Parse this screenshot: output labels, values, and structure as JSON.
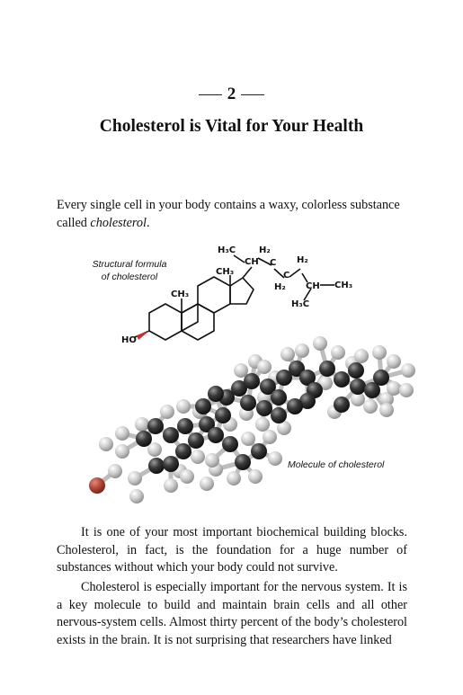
{
  "chapter": {
    "number": "2",
    "title": "Cholesterol is Vital for Your Health"
  },
  "intro": {
    "text_before": "Every single cell in your body contains a waxy, colorless substance called ",
    "emphasis": "cholesterol",
    "text_after": "."
  },
  "figure": {
    "structural_caption_line1": "Structural formula",
    "structural_caption_line2": "of cholesterol",
    "molecule_caption": "Molecule of cholesterol",
    "labels": {
      "h3c_top": "H₃C",
      "h2_top": "H₂",
      "ch3_upper": "CH₃",
      "ch_side": "CH",
      "c_side": "C",
      "c_mid": "C",
      "h2_right": "H₂",
      "h2_lower": "H₂",
      "ch_branch": "CH",
      "ch3_branch": "CH₃",
      "h3c_bottom": "H₃C",
      "ch3_ring": "CH₃",
      "ho": "HO"
    },
    "colors": {
      "carbon": "#3a3a3a",
      "hydrogen": "#c9c9c9",
      "oxygen": "#b5483c",
      "ho_wedge": "#d42a2a"
    }
  },
  "paragraphs": [
    "It is one of your most important biochemical building blocks. Cholesterol, in fact, is the foundation for a huge number of substances without which your body could not survive.",
    "Cholesterol is especially important for the nervous system. It is a key molecule to build and maintain brain cells and all other nervous-system cells. Almost thirty percent of the body’s cholesterol exists in the brain. It is not surprising that researchers have linked"
  ]
}
